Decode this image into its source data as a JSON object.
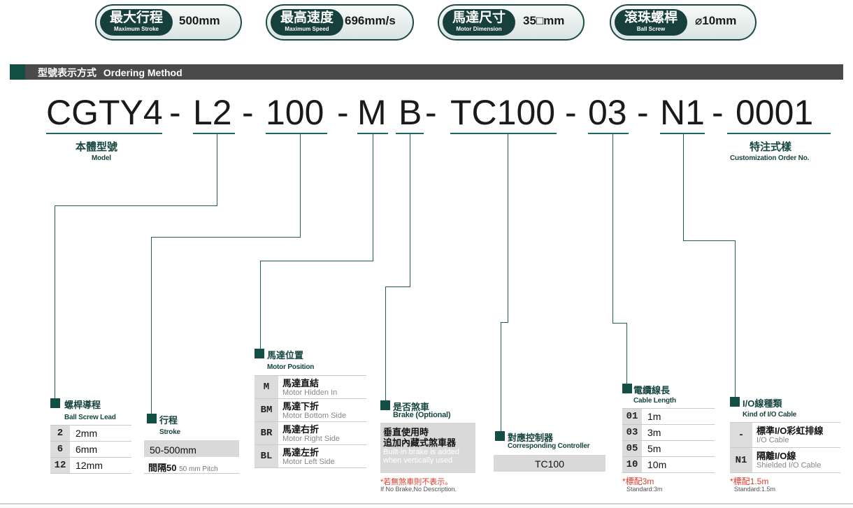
{
  "specs": [
    {
      "zh": "最大行程",
      "en": "Maximum Stroke",
      "value": "500mm"
    },
    {
      "zh": "最高速度",
      "en": "Maximum Speed",
      "value": "696mm/s"
    },
    {
      "zh": "馬達尺寸",
      "en": "Motor Dimension",
      "value": "35□mm"
    },
    {
      "zh": "滾珠螺桿",
      "en": "Ball Screw",
      "value": "⌀10mm"
    }
  ],
  "section": {
    "zh": "型號表示方式",
    "en": "Ordering Method"
  },
  "code": {
    "model": "CGTY4",
    "lead": "L2",
    "stroke": "100",
    "motor_pos": "M",
    "brake": "B",
    "controller": "TC100",
    "cable": "03",
    "io": "N1",
    "custom": "0001",
    "sep": "-"
  },
  "model_label": {
    "zh": "本體型號",
    "en": "Model"
  },
  "custom_label": {
    "zh": "特注式樣",
    "en": "Customization Order No."
  },
  "lead": {
    "zh": "螺桿導程",
    "en": "Ball Screw Lead",
    "rows": [
      {
        "k": "2",
        "v": "2mm"
      },
      {
        "k": "6",
        "v": "6mm"
      },
      {
        "k": "12",
        "v": "12mm"
      }
    ]
  },
  "stroke": {
    "zh": "行程",
    "en": "Stroke",
    "range": "50-500mm",
    "pitch_zh": "間隔50",
    "pitch_en": "50 mm Pitch"
  },
  "motor_position": {
    "zh": "馬達位置",
    "en": "Motor Position",
    "rows": [
      {
        "k": "M",
        "zh": "馬達直結",
        "en": "Motor Hidden In"
      },
      {
        "k": "BM",
        "zh": "馬達下折",
        "en": "Motor Bottom Side"
      },
      {
        "k": "BR",
        "zh": "馬達右折",
        "en": "Motor Right Side"
      },
      {
        "k": "BL",
        "zh": "馬達左折",
        "en": "Motor Left Side"
      }
    ]
  },
  "brake": {
    "zh": "是否煞車",
    "en": "Brake (Optional)",
    "desc_zh1": "垂直使用時",
    "desc_zh2": "追加內藏式煞車器",
    "desc_en1": "Built-in brake is added",
    "desc_en2": "when vertically used",
    "note_zh": "*若無煞車則不表示。",
    "note_en": "If No Brake,No Description."
  },
  "controller": {
    "zh": "對應控制器",
    "en": "Corresponding Controller",
    "value": "TC100"
  },
  "cable": {
    "zh": "電纜線長",
    "en": "Cable Length",
    "rows": [
      {
        "k": "01",
        "v": "1m"
      },
      {
        "k": "03",
        "v": "3m"
      },
      {
        "k": "05",
        "v": "5m"
      },
      {
        "k": "10",
        "v": "10m"
      }
    ],
    "note_zh": "*標配3m",
    "note_en": "Standard:3m"
  },
  "io": {
    "zh": "I/O線種類",
    "en": "Kind of I/O Cable",
    "rows": [
      {
        "k": "-",
        "zh": "標準I/O彩虹排線",
        "en": "I/O Cable"
      },
      {
        "k": "N1",
        "zh": "隔離I/O線",
        "en": "Shielded I/O Cable"
      }
    ],
    "note_zh": "*標配1.5m",
    "note_en": "Standard:1.5m"
  }
}
